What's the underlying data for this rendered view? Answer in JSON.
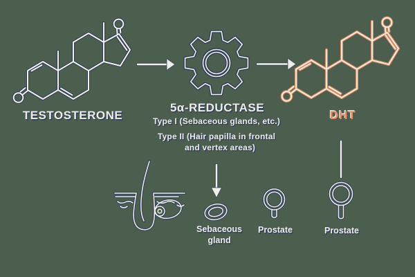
{
  "colors": {
    "background": "#4c5e4d",
    "ink": "#323f5a",
    "line_highlight": "#f0f1e9",
    "dht_accent": "#e28e66"
  },
  "pathway": {
    "substrate": {
      "label": "TESTOSTERONE",
      "icon": "testosterone-structure-icon"
    },
    "enzyme": {
      "label": "5α-REDUCTASE",
      "icon": "gear-icon",
      "type1": "Type I (Sebaceous glands, etc.)",
      "type2_line1": "Type II (Hair papilla in frontal",
      "type2_line2": "and vertex areas)"
    },
    "product": {
      "label": "DHT",
      "icon": "dht-structure-icon"
    }
  },
  "targets": {
    "hair_follicle": {
      "icon": "hair-follicle-icon"
    },
    "sebaceous_gland": {
      "label_line1": "Sebaceous",
      "label_line2": "gland",
      "icon": "sebaceous-gland-icon"
    },
    "prostate_left": {
      "label": "Prostate",
      "icon": "prostate-icon"
    },
    "prostate_right": {
      "label": "Prostate",
      "icon": "prostate-icon"
    }
  }
}
